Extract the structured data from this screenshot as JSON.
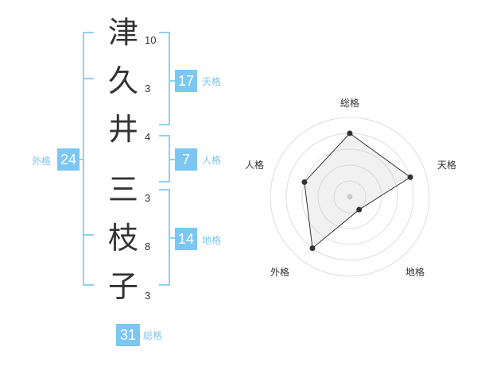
{
  "name": {
    "characters": [
      {
        "char": "津",
        "strokes": "10"
      },
      {
        "char": "久",
        "strokes": "3"
      },
      {
        "char": "井",
        "strokes": "4"
      },
      {
        "char": "三",
        "strokes": "3"
      },
      {
        "char": "枝",
        "strokes": "8"
      },
      {
        "char": "子",
        "strokes": "3"
      }
    ]
  },
  "fortune": {
    "tenkaku": {
      "value": "17",
      "label": "天格"
    },
    "jinkaku": {
      "value": "7",
      "label": "人格"
    },
    "chikaku": {
      "value": "14",
      "label": "地格"
    },
    "gaikaku": {
      "value": "24",
      "label": "外格"
    },
    "soukaku": {
      "value": "31",
      "label": "総格"
    }
  },
  "chart_data": {
    "type": "radar",
    "axes": [
      "総格",
      "天格",
      "地格",
      "外格",
      "人格"
    ],
    "values": [
      4,
      4,
      1,
      4,
      3
    ],
    "rmax": 5
  },
  "colors": {
    "accent": "#7cc6f2",
    "bracket": "#8ed0f5",
    "text": "#333333"
  }
}
